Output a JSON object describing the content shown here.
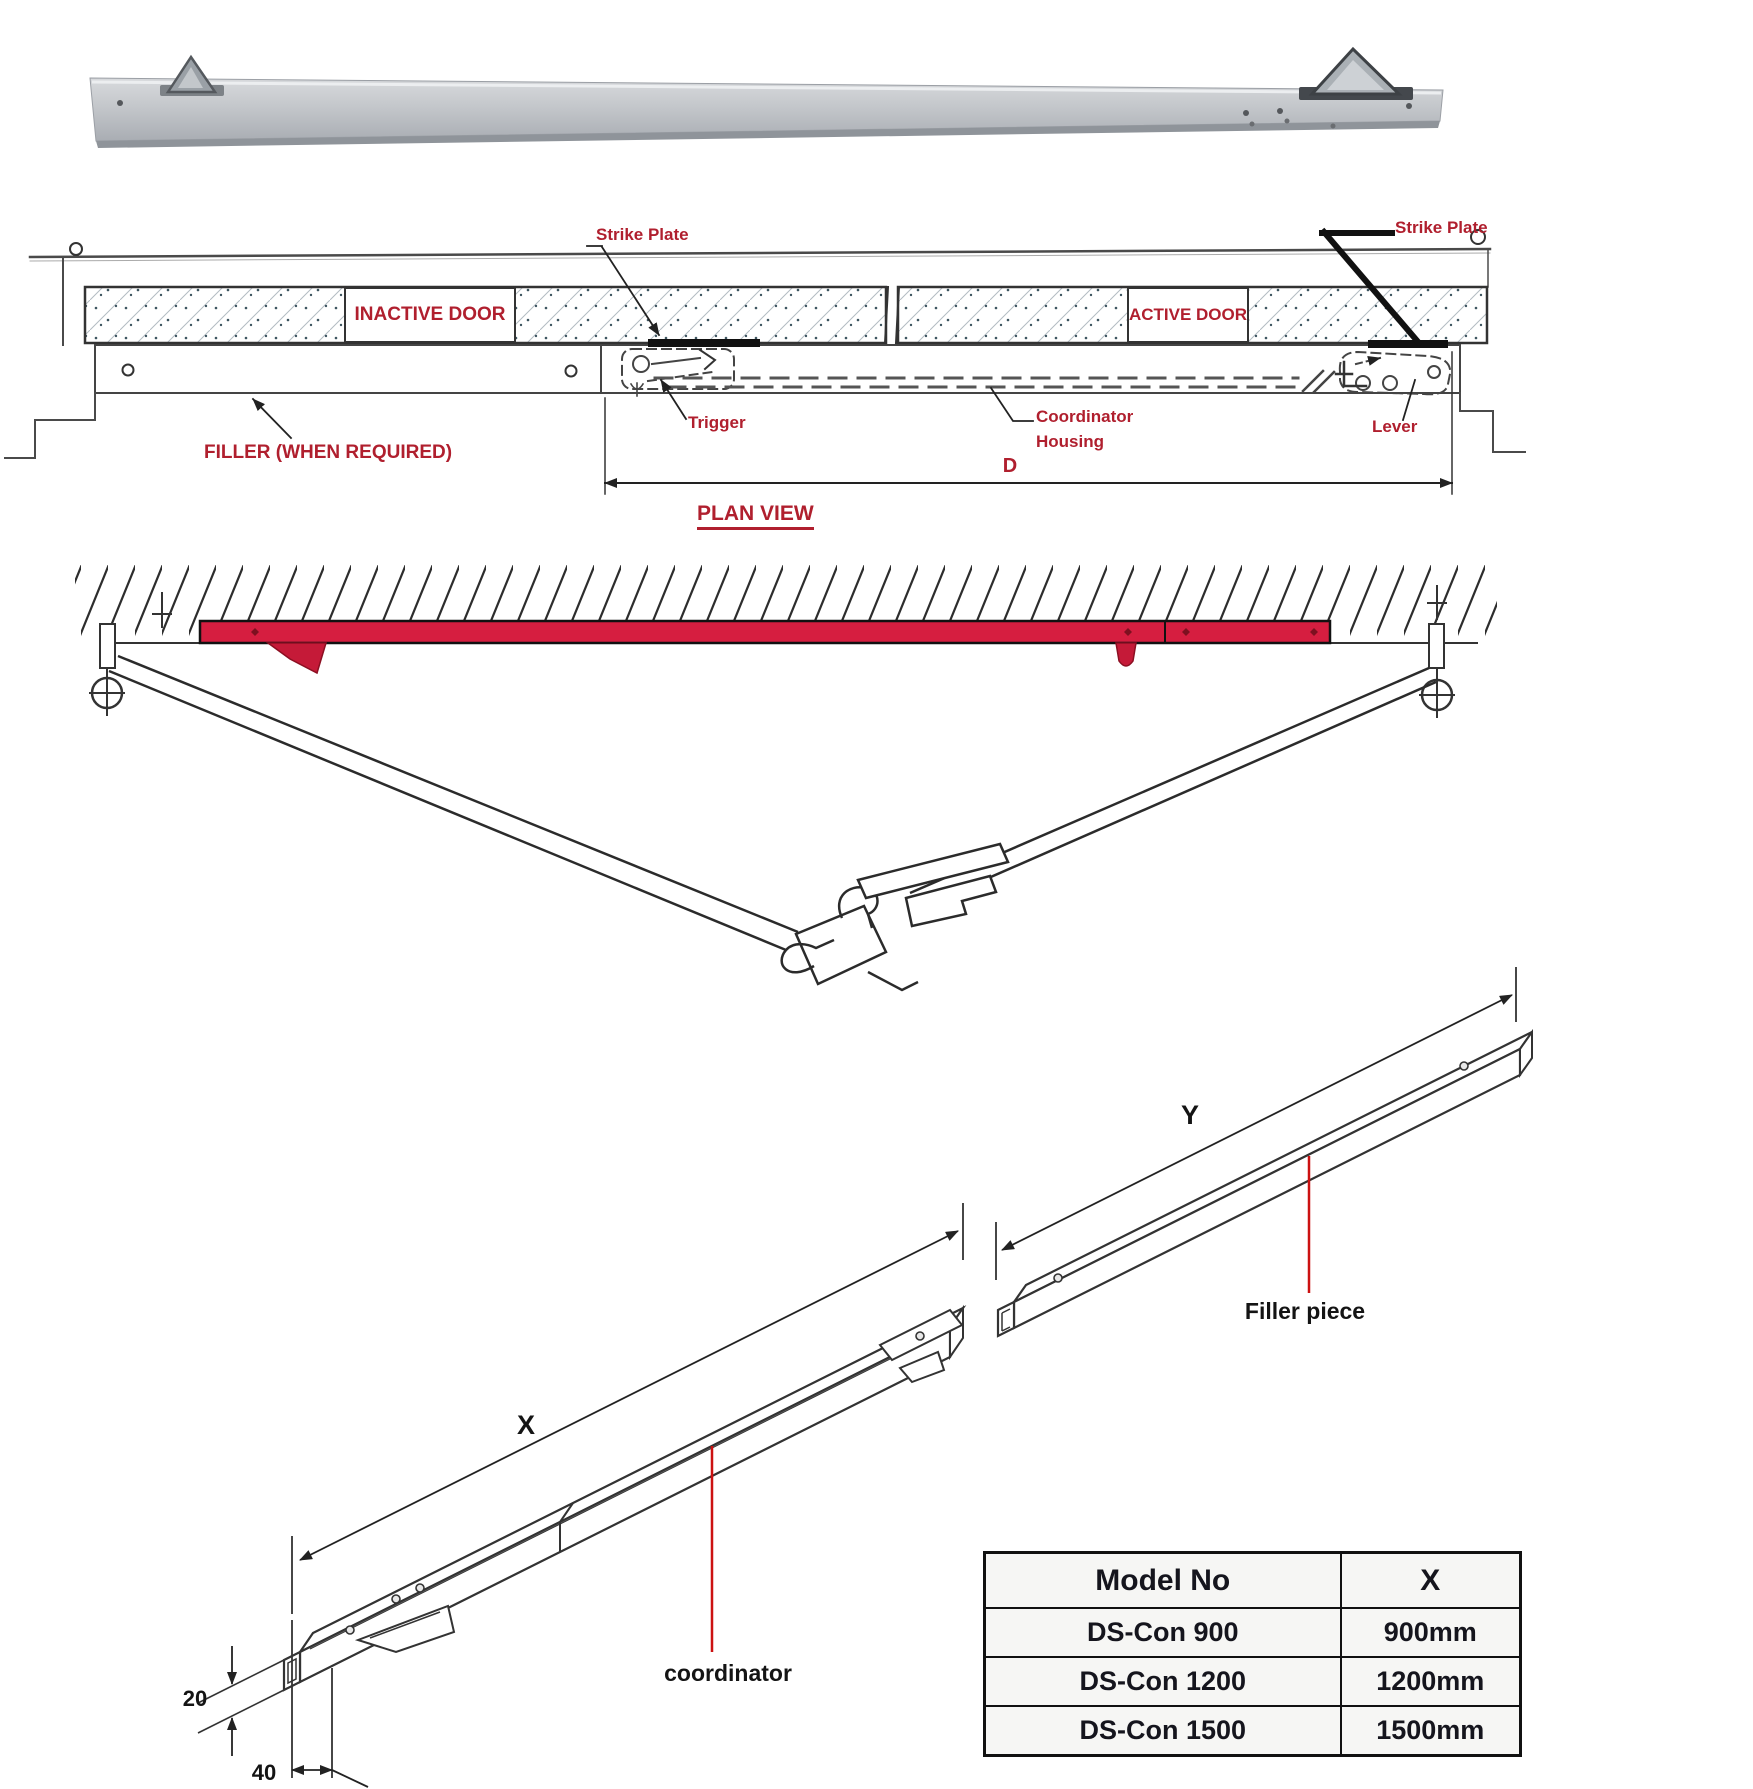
{
  "plan_view": {
    "title": "PLAN VIEW",
    "inactive_door": "INACTIVE DOOR",
    "active_door": "ACTIVE DOOR",
    "strike_plate_left": "Strike Plate",
    "strike_plate_right": "Strike Plate",
    "trigger": "Trigger",
    "coordinator_housing_line1": "Coordinator",
    "coordinator_housing_line2": "Housing",
    "lever": "Lever",
    "filler_note": "FILLER (WHEN REQUIRED)",
    "dimension_d": "D"
  },
  "isometric": {
    "dim_x": "X",
    "dim_y": "Y",
    "dim_20": "20",
    "dim_40": "40",
    "coordinator_label": "coordinator",
    "filler_piece_label": "Filler piece"
  },
  "model_table": {
    "headers": {
      "model": "Model No",
      "x": "X"
    },
    "rows": [
      {
        "model": "DS-Con 900",
        "x": "900mm"
      },
      {
        "model": "DS-Con 1200",
        "x": "1200mm"
      },
      {
        "model": "DS-Con 1500",
        "x": "1500mm"
      }
    ]
  },
  "colors": {
    "label_red": "#b01f2e",
    "coordinator_bar_red": "#d61e40",
    "leader_red": "#cc1111"
  }
}
